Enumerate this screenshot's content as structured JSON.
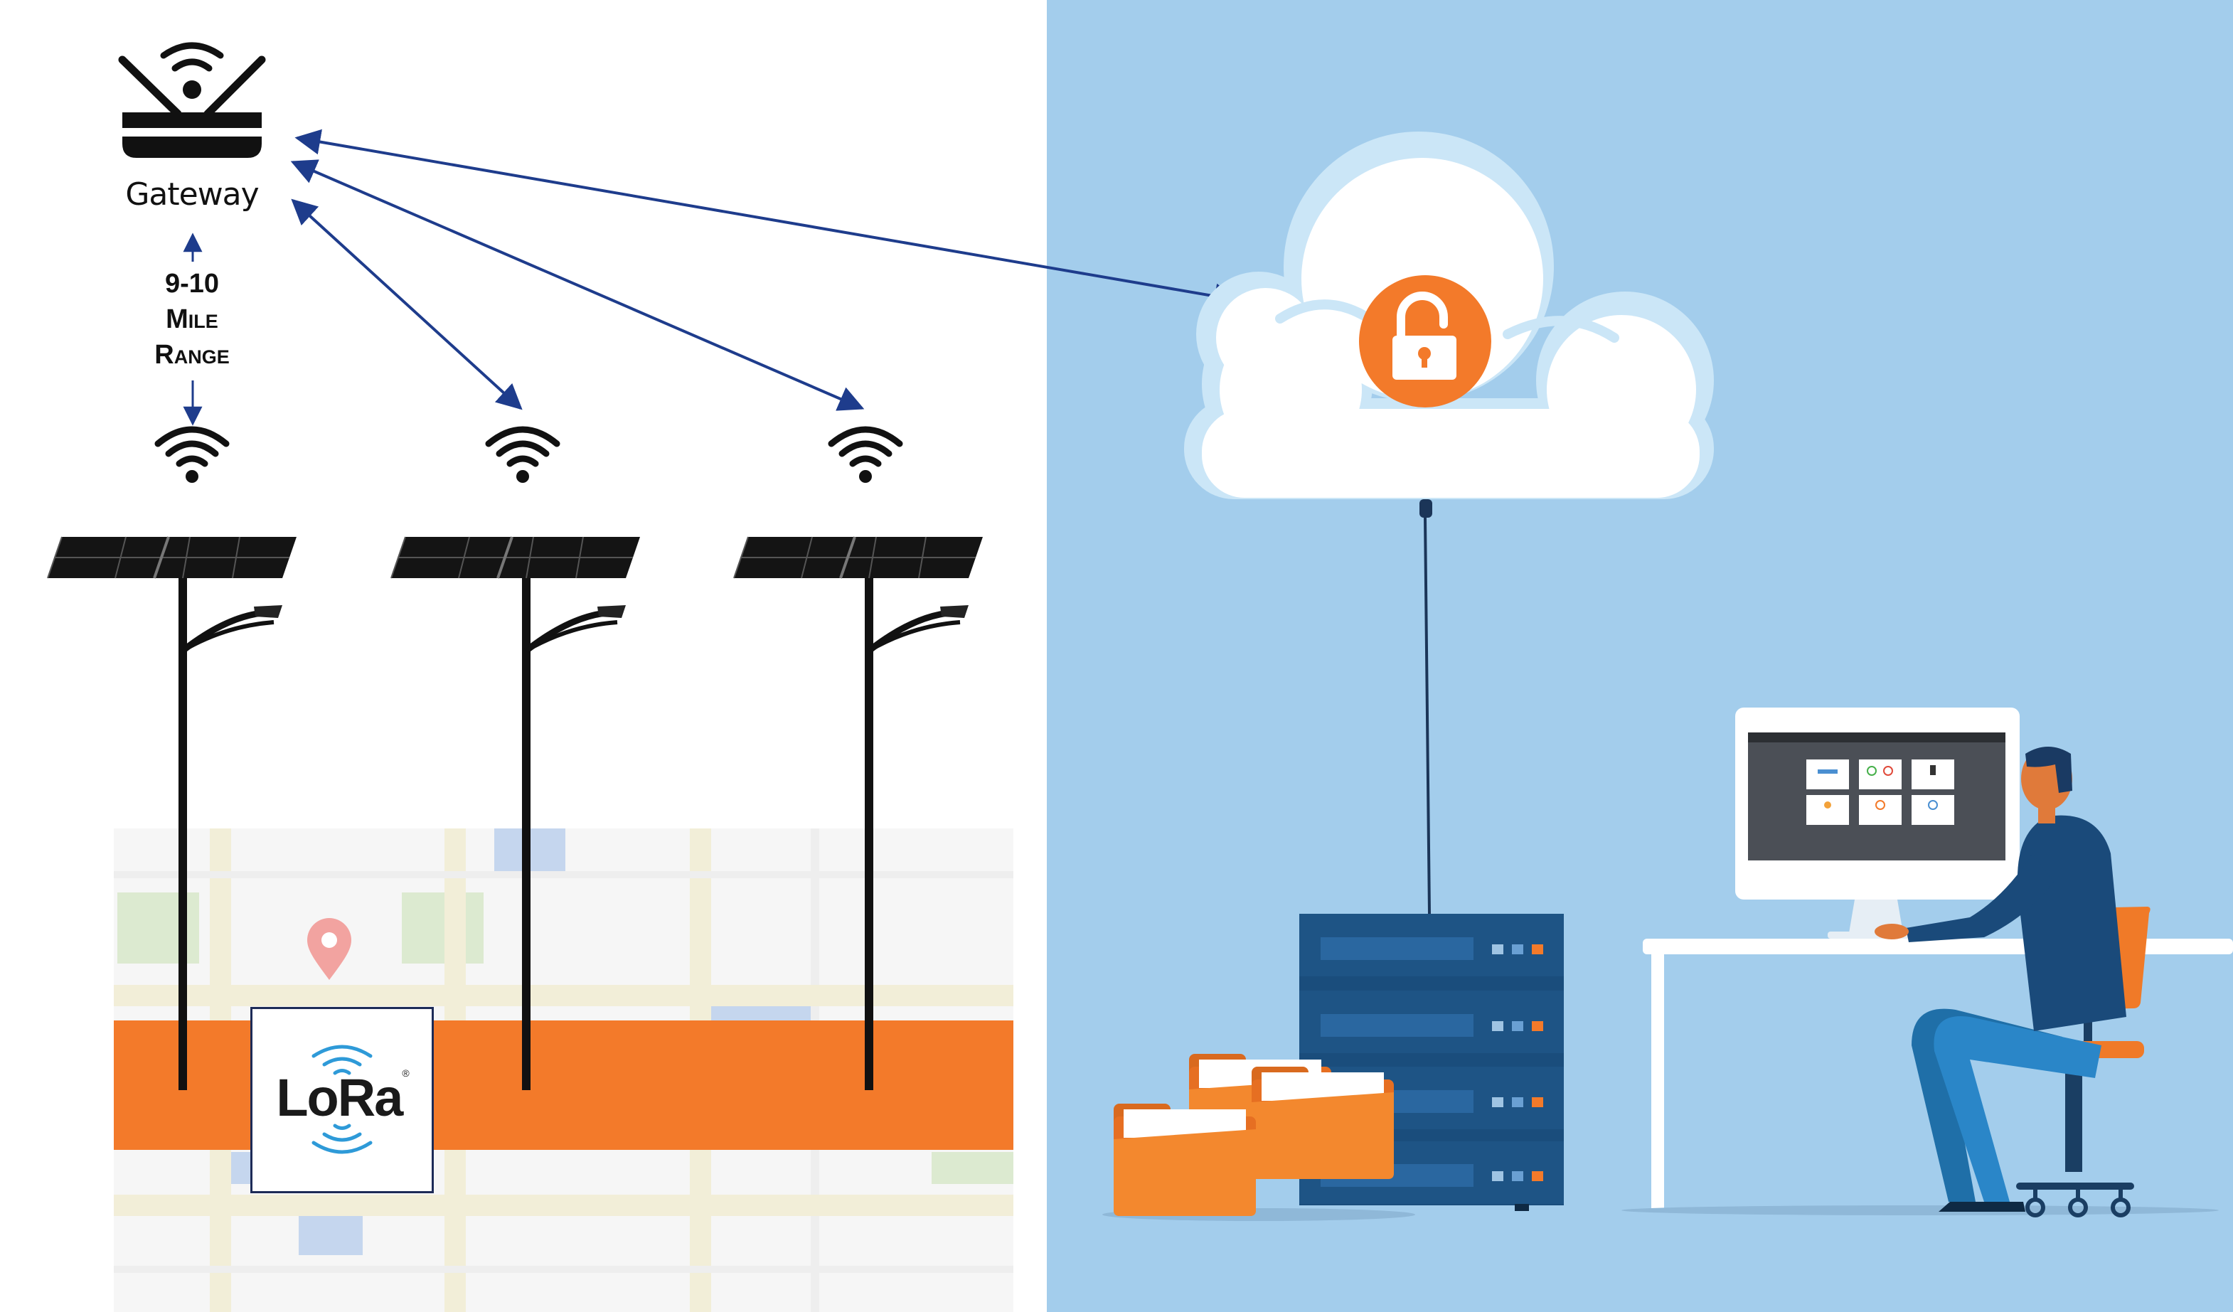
{
  "gateway": {
    "label": "Gateway",
    "range_number": "9-10",
    "range_word1": "Mile",
    "range_word2": "Range"
  },
  "map": {
    "badge": "LoRa",
    "badge_mark": "®"
  },
  "colors": {
    "cloud_side_background": "#a3cdec",
    "accent_orange": "#f37a2a",
    "arrow_blue": "#1e3c8c",
    "server_blue": "#1e5485"
  },
  "icons": [
    "router-icon",
    "wifi-icon",
    "solar-streetlight",
    "map-pin-icon",
    "cloud-icon",
    "lock-icon",
    "server-rack",
    "folder-icon",
    "monitor",
    "person-at-desk"
  ]
}
